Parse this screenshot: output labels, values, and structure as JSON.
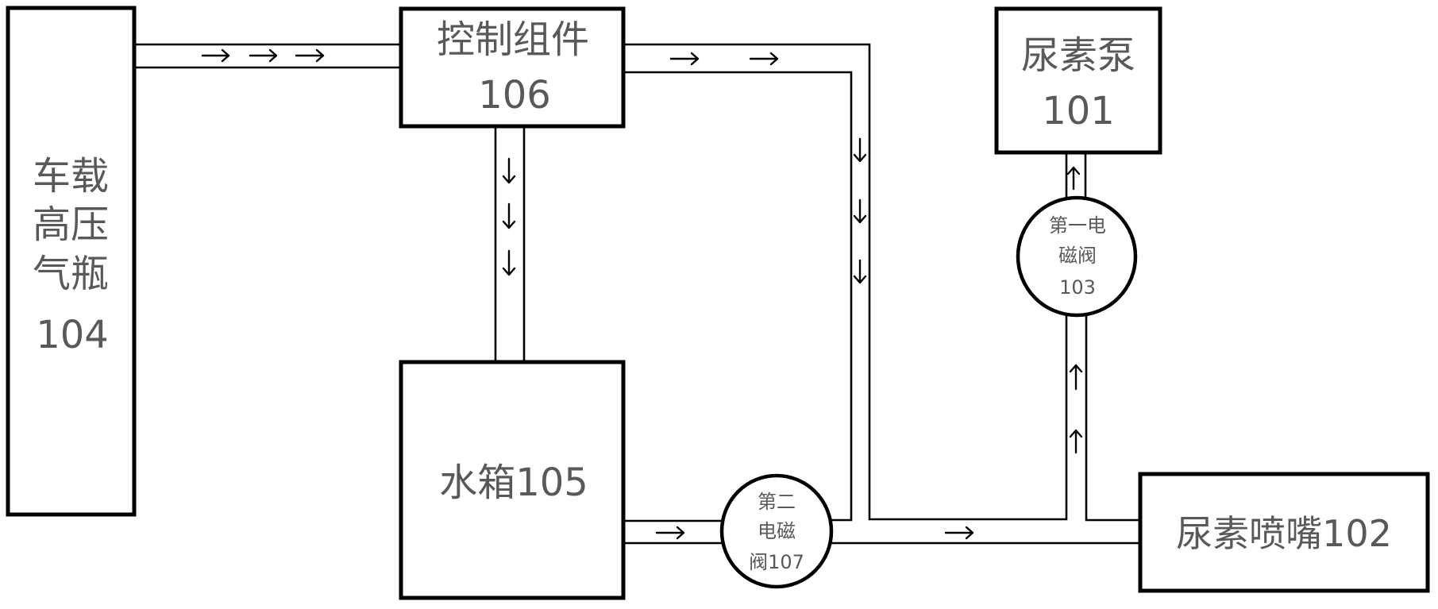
{
  "diagram": {
    "colors": {
      "line": "#000000",
      "text": "#595959",
      "background": "#ffffff"
    },
    "components": {
      "gas_cylinder": {
        "lines": [
          "车载",
          "高压",
          "气瓶",
          "104"
        ]
      },
      "control_assembly": {
        "lines": [
          "控制组件",
          "106"
        ]
      },
      "water_tank": {
        "lines": [
          "水箱105"
        ]
      },
      "urea_pump": {
        "lines": [
          "尿素泵",
          "101"
        ]
      },
      "urea_nozzle": {
        "lines": [
          "尿素喷嘴102"
        ]
      },
      "valve_first": {
        "lines": [
          "第一电",
          "磁阀",
          "103"
        ]
      },
      "valve_second": {
        "lines": [
          "第二",
          "电磁",
          "阀107"
        ]
      }
    },
    "flows": [
      {
        "from": "gas_cylinder",
        "to": "control_assembly",
        "direction": "right",
        "arrow_count": 3
      },
      {
        "from": "control_assembly",
        "to": "water_tank",
        "direction": "down",
        "arrow_count": 3
      },
      {
        "from": "control_assembly",
        "to": "urea_nozzle",
        "direction": "right-then-down",
        "arrow_count": 5
      },
      {
        "from": "water_tank",
        "to": "valve_second",
        "direction": "right",
        "arrow_count": 1
      },
      {
        "from": "valve_second",
        "to": "urea_nozzle",
        "direction": "right",
        "arrow_count": 1
      },
      {
        "from": "urea_nozzle",
        "to": "valve_first",
        "direction": "up",
        "arrow_count": 2
      },
      {
        "from": "valve_first",
        "to": "urea_pump",
        "direction": "up",
        "arrow_count": 1
      }
    ]
  }
}
